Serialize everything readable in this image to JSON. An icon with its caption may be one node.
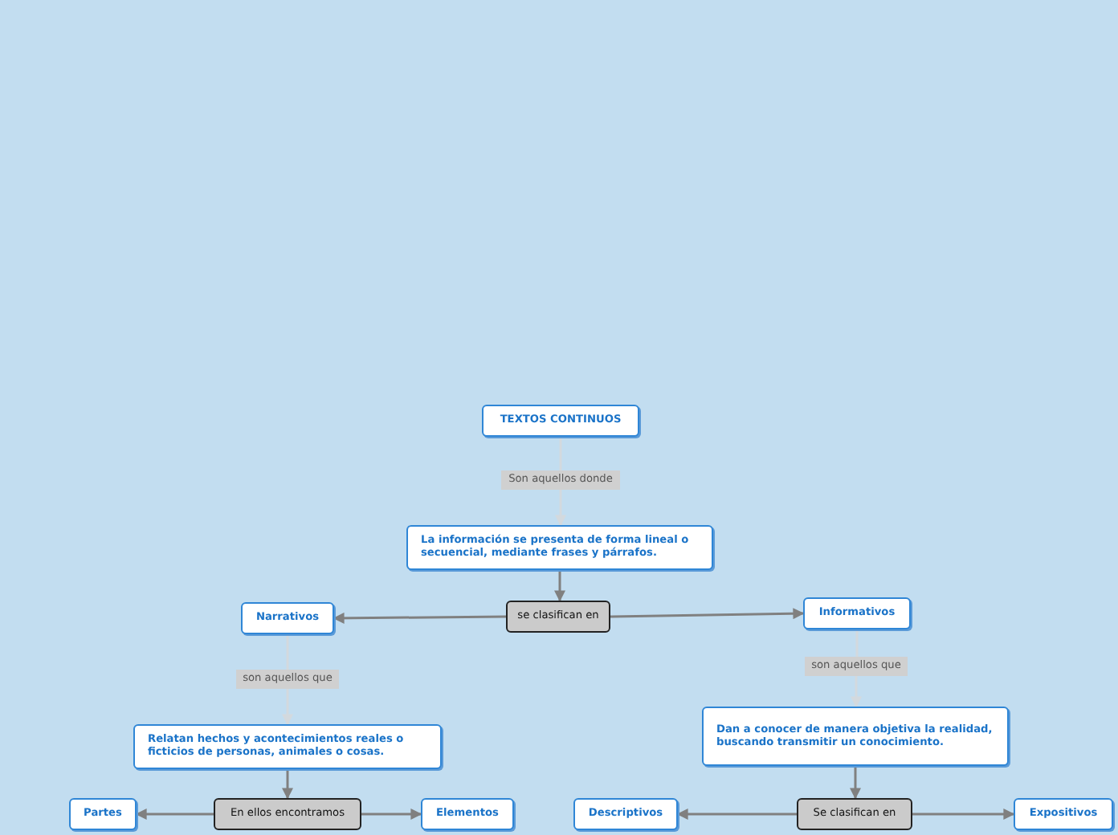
{
  "diagram": {
    "nodes": [
      {
        "text": [
          "TEXTOS CONTINUOS"
        ]
      },
      {
        "text": [
          "Son aquellos donde"
        ]
      },
      {
        "text": [
          "La información se presenta de forma lineal o secuencial, mediante  frases y párrafos."
        ]
      },
      {
        "text": [
          "se clasifican en"
        ]
      },
      {
        "text": [
          "Narrativos"
        ]
      },
      {
        "text": [
          "Informativos"
        ]
      },
      {
        "text": [
          "son aquellos que"
        ]
      },
      {
        "text": [
          "Relatan hechos y acontecimientos reales o ficticios de personas, animales o cosas."
        ]
      },
      {
        "text": [
          "En ellos encontramos"
        ]
      },
      {
        "text": [
          "Partes"
        ]
      },
      {
        "text": [
          "Elementos"
        ]
      },
      {
        "text": [
          "son aquellos que"
        ]
      },
      {
        "text": [
          "Dan a conocer de manera objetiva la realidad, buscando transmitir un conocimiento."
        ]
      },
      {
        "text": [
          "Se clasifican en"
        ]
      },
      {
        "text": [
          "Descriptivos"
        ]
      },
      {
        "text": [
          "Expositivos"
        ]
      }
    ],
    "edges": [
      {
        "from": 0,
        "to": 1,
        "arrow": "none",
        "color": "#d3d9de"
      },
      {
        "from": 1,
        "to": 2,
        "arrow": "to",
        "color": "#d3d9de"
      },
      {
        "from": 2,
        "to": 3,
        "arrow": "to"
      },
      {
        "from": 3,
        "to": 4,
        "arrow": "to"
      },
      {
        "from": 3,
        "to": 5,
        "arrow": "to"
      },
      {
        "from": 4,
        "to": 6,
        "arrow": "none",
        "color": "#d3d9de"
      },
      {
        "from": 6,
        "to": 7,
        "arrow": "to",
        "color": "#d3d9de"
      },
      {
        "from": 7,
        "to": 8,
        "arrow": "to"
      },
      {
        "from": 8,
        "to": 9,
        "arrow": "to"
      },
      {
        "from": 8,
        "to": 10,
        "arrow": "to"
      },
      {
        "from": 5,
        "to": 11,
        "arrow": "none",
        "color": "#d3d9de"
      },
      {
        "from": 11,
        "to": 12,
        "arrow": "to",
        "color": "#d3d9de"
      },
      {
        "from": 12,
        "to": 13,
        "arrow": "to"
      },
      {
        "from": 13,
        "to": 14,
        "arrow": "to"
      },
      {
        "from": 13,
        "to": 15,
        "arrow": "to"
      }
    ]
  }
}
